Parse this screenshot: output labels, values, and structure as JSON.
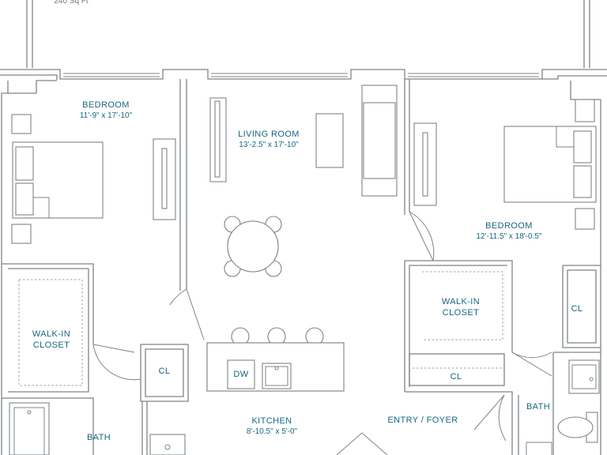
{
  "top_area": "240 Sq Ft",
  "rooms": {
    "bedroom_left": {
      "name": "BEDROOM",
      "dims": "11'-9\" x 17'-10\""
    },
    "living_room": {
      "name": "LIVING ROOM",
      "dims": "13'-2.5\" x 17'-10\""
    },
    "bedroom_right": {
      "name": "BEDROOM",
      "dims": "12'-11.5\" x 18'-0.5\""
    },
    "walkin_left": {
      "line1": "WALK-IN",
      "line2": "CLOSET"
    },
    "walkin_right": {
      "line1": "WALK-IN",
      "line2": "CLOSET"
    },
    "cl_left": "CL",
    "cl_right_top": "CL",
    "cl_center": "CL",
    "dw": "DW",
    "kitchen": {
      "name": "KITCHEN",
      "dims": "8'-10.5\" x 5'-0\""
    },
    "entry": "ENTRY / FOYER",
    "bath_left": "BATH",
    "bath_right": "BATH"
  }
}
